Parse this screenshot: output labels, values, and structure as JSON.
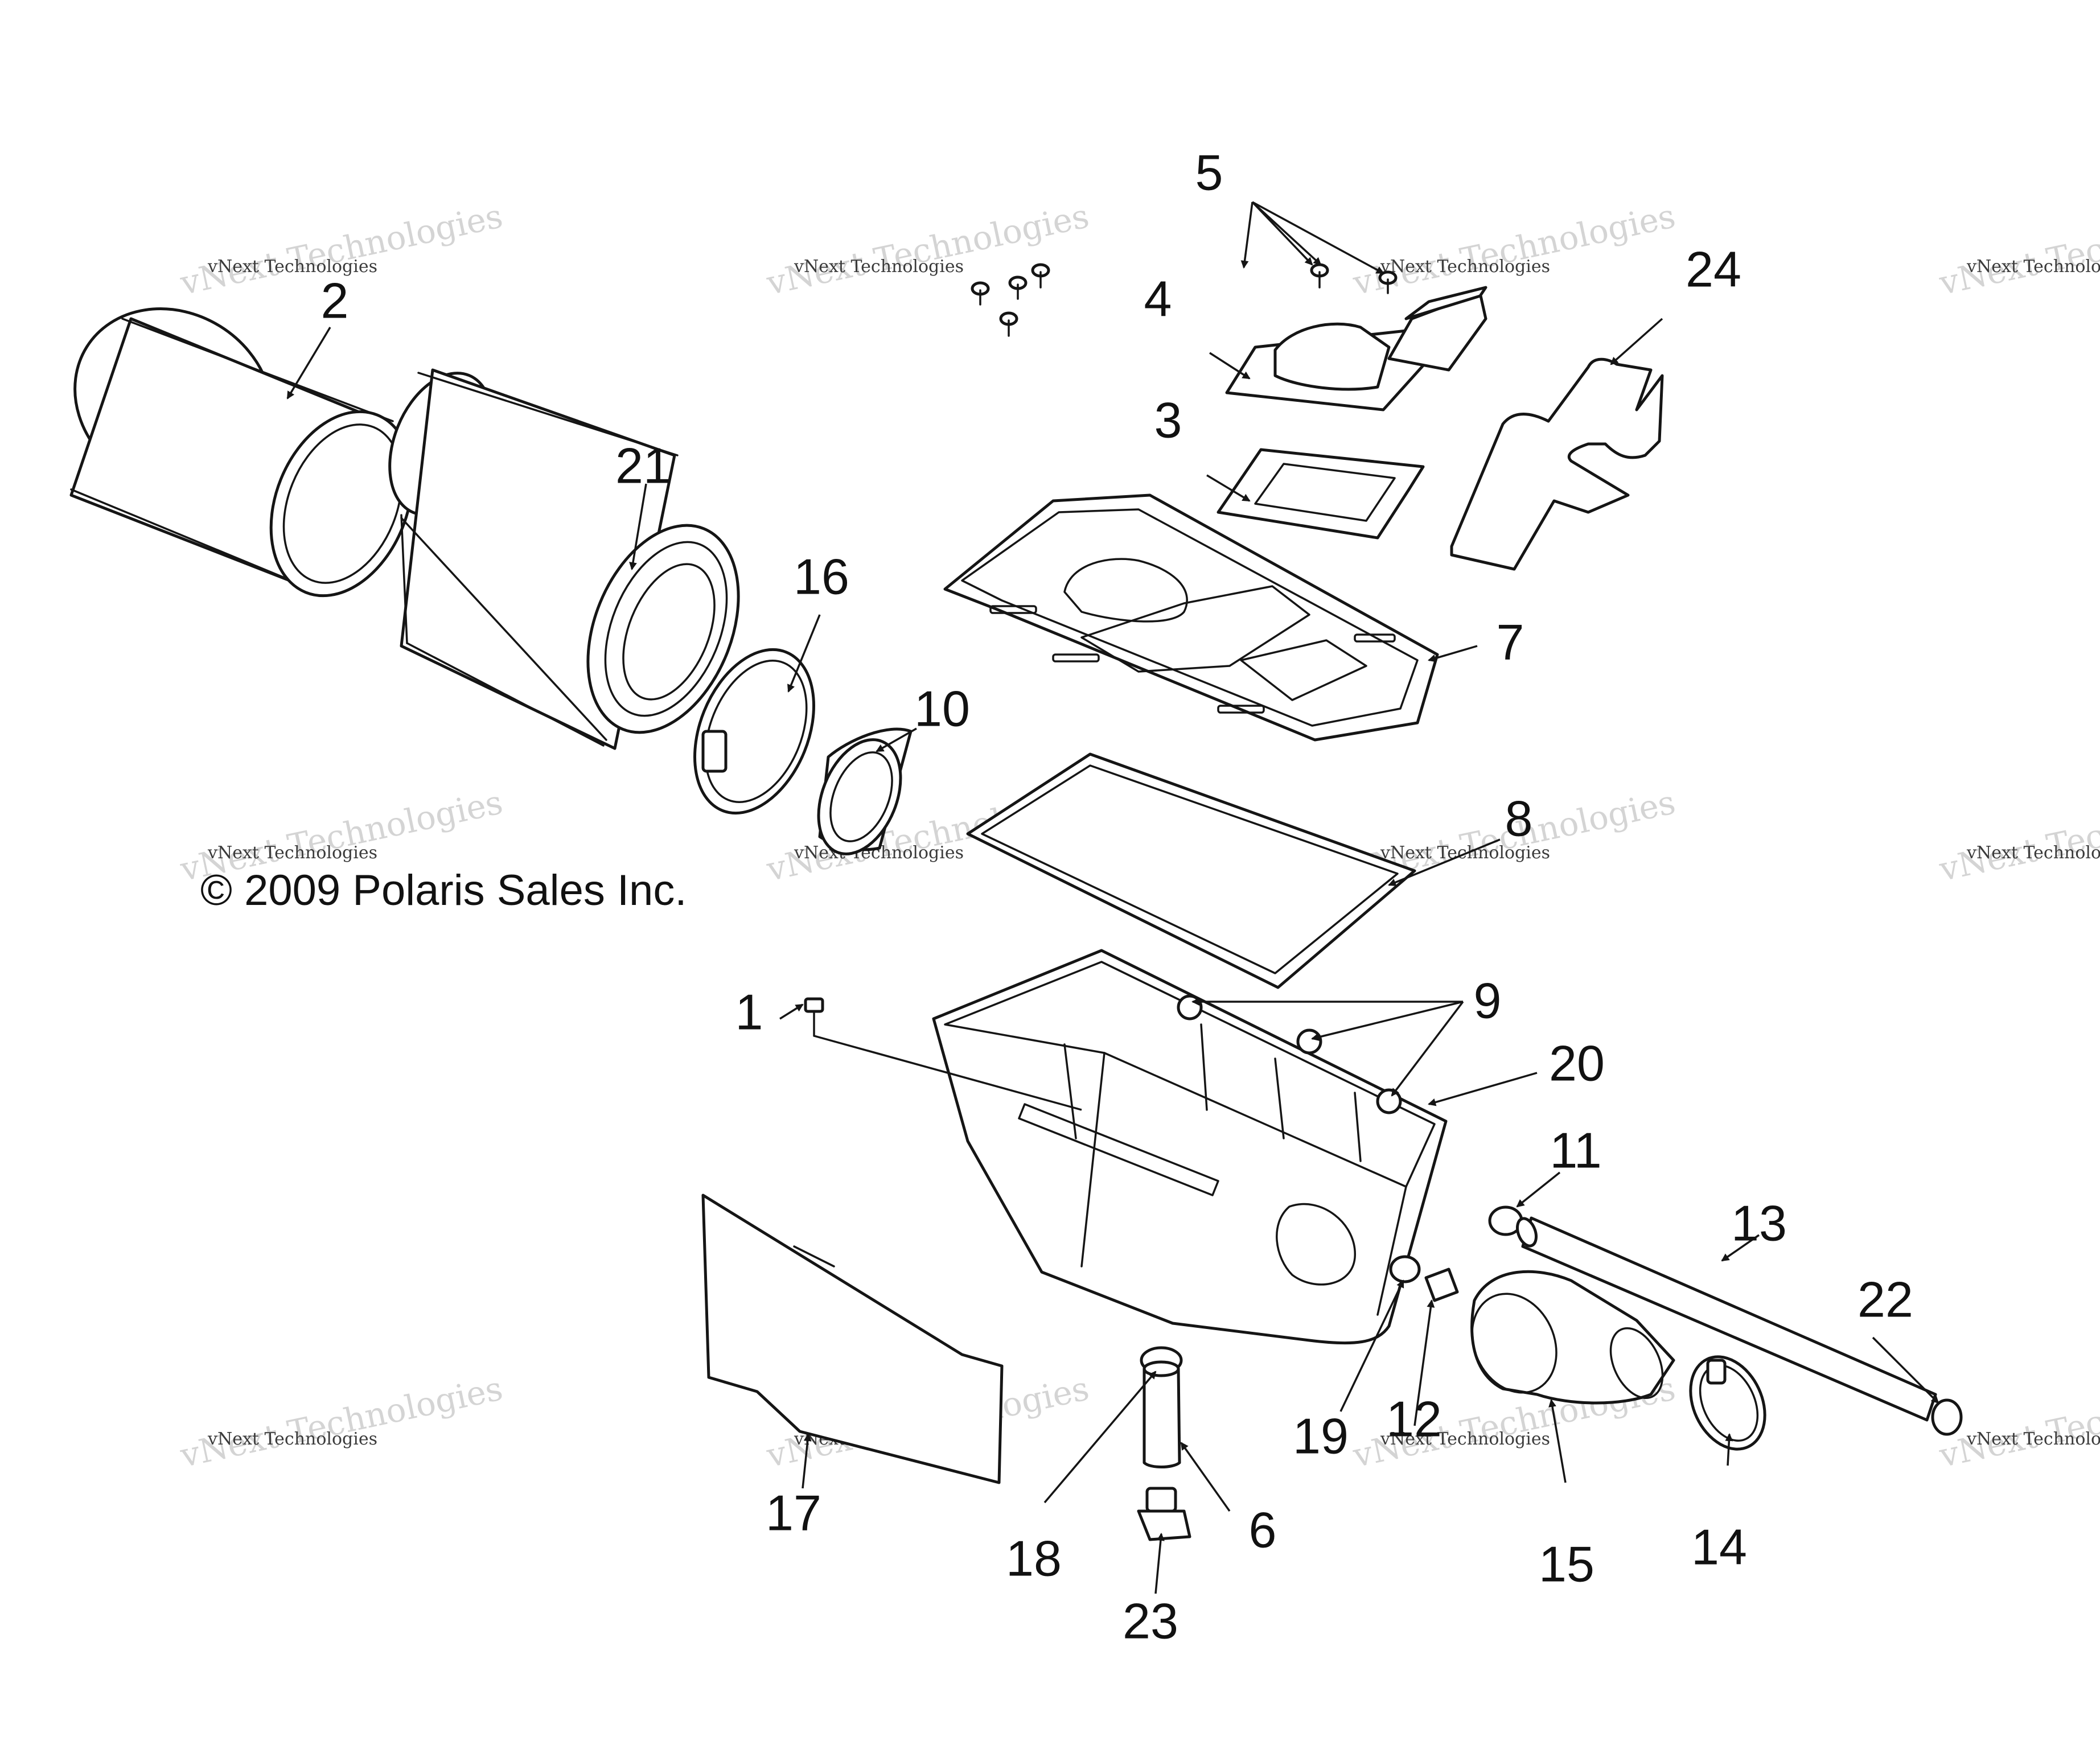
{
  "copyright": "© 2009 Polaris Sales Inc.",
  "watermark": {
    "line1": "vNext Technologies",
    "line2": "vNext Technologies"
  },
  "callouts": [
    "1",
    "2",
    "3",
    "4",
    "5",
    "6",
    "7",
    "8",
    "9",
    "10",
    "11",
    "12",
    "13",
    "14",
    "15",
    "16",
    "17",
    "18",
    "19",
    "20",
    "21",
    "22",
    "23",
    "24"
  ],
  "colors": {
    "ink": "#151515",
    "watermark": "#d4d4d4",
    "background": "#ffffff"
  }
}
